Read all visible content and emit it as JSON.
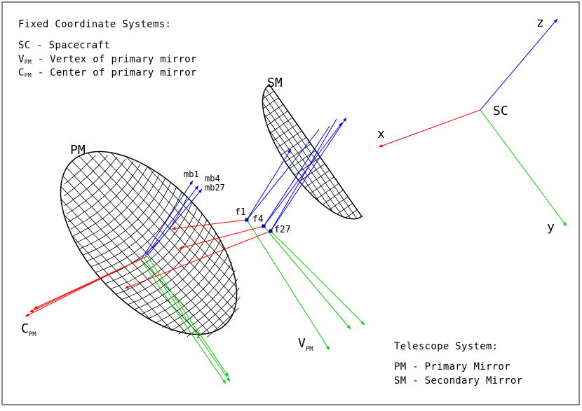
{
  "fixed_systems": {
    "title": "Fixed Coordinate Systems:",
    "items": [
      {
        "sym": "SC",
        "sub": "",
        "desc": "- Spacecraft"
      },
      {
        "sym": "V",
        "sub": "PM",
        "desc": "- Vertex of primary mirror"
      },
      {
        "sym": "C",
        "sub": "PM",
        "desc": "- Center of primary mirror"
      }
    ]
  },
  "telescope_system": {
    "title": "Telescope System:",
    "items": [
      {
        "sym": "PM",
        "desc": "- Primary Mirror"
      },
      {
        "sym": "SM",
        "desc": "- Secondary Mirror"
      }
    ]
  },
  "labels": {
    "sm": "SM",
    "pm": "PM",
    "sc": "SC",
    "x": "x",
    "y": "y",
    "z": "z",
    "mb1": "mb1",
    "mb4": "mb4",
    "mb27": "mb27",
    "f1": "f1",
    "f4": "f4",
    "f27": "f27",
    "c_main": "C",
    "c_sub": "PM",
    "v_main": "V",
    "v_sub": "PM"
  },
  "colors": {
    "x_axis": "#ff0000",
    "y_axis": "#00cc00",
    "z_axis": "#0000ff",
    "mesh": "#000000",
    "frame": "#888888"
  }
}
